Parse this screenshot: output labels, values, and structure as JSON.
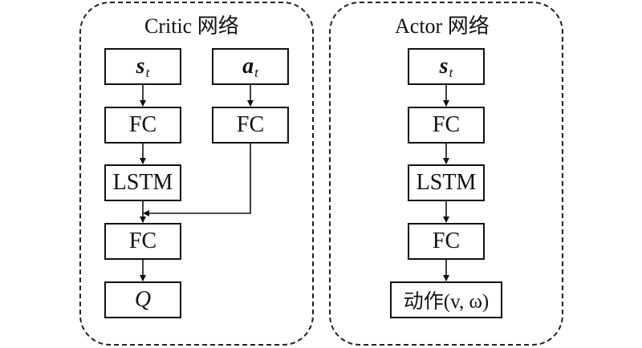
{
  "critic": {
    "title": "Critic 网络",
    "state": {
      "var": "s",
      "sub": "t"
    },
    "action": {
      "var": "a",
      "sub": "t"
    },
    "fc_state": "FC",
    "fc_action": "FC",
    "lstm": "LSTM",
    "fc_merge": "FC",
    "output": "Q"
  },
  "actor": {
    "title": "Actor 网络",
    "state": {
      "var": "s",
      "sub": "t"
    },
    "fc1": "FC",
    "lstm": "LSTM",
    "fc2": "FC",
    "output": "动作(v, ω)"
  },
  "colors": {
    "line": "#111111",
    "background": "#ffffff"
  }
}
